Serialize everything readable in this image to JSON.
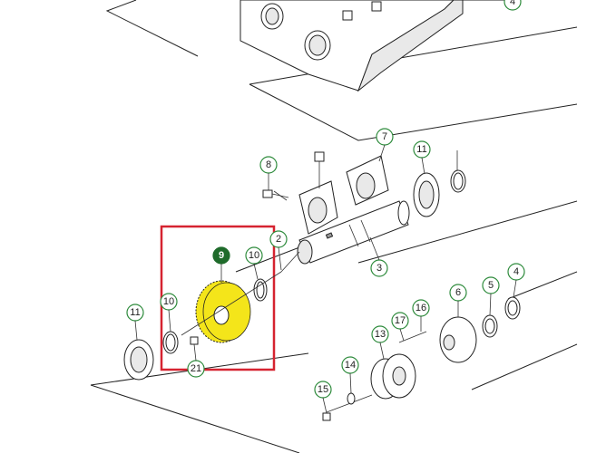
{
  "callouts": [
    {
      "id": "c4a",
      "label": "4"
    },
    {
      "id": "c7",
      "label": "7"
    },
    {
      "id": "c11a",
      "label": "11"
    },
    {
      "id": "c8",
      "label": "8"
    },
    {
      "id": "c2",
      "label": "2"
    },
    {
      "id": "c3",
      "label": "3"
    },
    {
      "id": "c9",
      "label": "9",
      "selected": true
    },
    {
      "id": "c10a",
      "label": "10"
    },
    {
      "id": "c11b",
      "label": "11"
    },
    {
      "id": "c10b",
      "label": "10"
    },
    {
      "id": "c21",
      "label": "21"
    },
    {
      "id": "c6",
      "label": "6"
    },
    {
      "id": "c5",
      "label": "5"
    },
    {
      "id": "c4b",
      "label": "4"
    },
    {
      "id": "c16",
      "label": "16"
    },
    {
      "id": "c17",
      "label": "17"
    },
    {
      "id": "c13",
      "label": "13"
    },
    {
      "id": "c14",
      "label": "14"
    },
    {
      "id": "c15",
      "label": "15"
    }
  ],
  "highlight": {
    "color": "#d62330",
    "gear_color": "#f4e51a"
  },
  "callout_color": "#2e8b3c"
}
